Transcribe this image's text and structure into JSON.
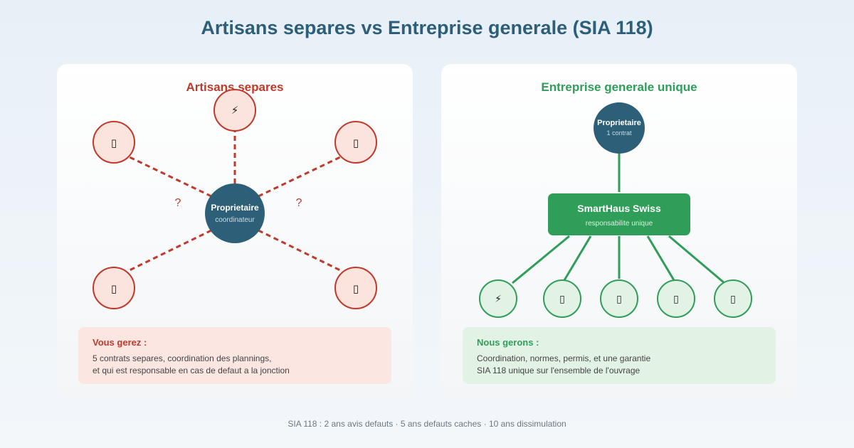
{
  "title": "Artisans separes vs Entreprise generale (SIA 118)",
  "left": {
    "heading": "Artisans separes",
    "center_label": "Proprietaire",
    "center_sub": "coordinateur",
    "question_marks": [
      "?",
      "?"
    ],
    "nodes": [
      {
        "icon": "⚡",
        "icon_name": "lightning-icon"
      },
      {
        "icon": "▯",
        "icon_name": "trade-icon"
      },
      {
        "icon": "▯",
        "icon_name": "trade-icon"
      },
      {
        "icon": "▯",
        "icon_name": "trade-icon"
      },
      {
        "icon": "▯",
        "icon_name": "trade-icon"
      }
    ],
    "box_title": "Vous gerez :",
    "box_lines": [
      "5 contrats separes, coordination des plannings,",
      "et qui est responsable en cas de defaut a la jonction"
    ]
  },
  "right": {
    "heading": "Entreprise generale unique",
    "owner_label": "Proprietaire",
    "owner_sub": "1 contrat",
    "company_label": "SmartHaus Swiss",
    "company_sub": "responsabilite unique",
    "nodes": [
      {
        "icon": "⚡",
        "icon_name": "lightning-icon"
      },
      {
        "icon": "▯",
        "icon_name": "trade-icon"
      },
      {
        "icon": "▯",
        "icon_name": "trade-icon"
      },
      {
        "icon": "▯",
        "icon_name": "trade-icon"
      },
      {
        "icon": "▯",
        "icon_name": "trade-icon"
      }
    ],
    "box_title": "Nous gerons :",
    "box_lines": [
      "Coordination, normes, permis, et une garantie",
      "SIA 118 unique sur l'ensemble de l'ouvrage"
    ]
  },
  "footer": "SIA 118 : 2 ans avis defauts · 5 ans defauts caches · 10 ans dissimulation",
  "colors": {
    "title": "#2d5f78",
    "red": "#c0392b",
    "red_fill": "#fbe3de",
    "green": "#2e9e58",
    "green_fill": "#e2f3e6",
    "navy": "#2d5f78"
  }
}
